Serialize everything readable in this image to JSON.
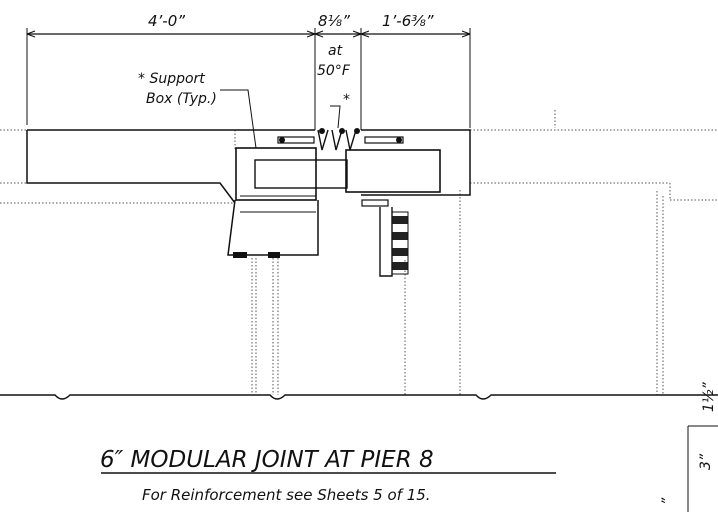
{
  "drawing": {
    "dimensions": {
      "left": "4’-0”",
      "middle": "8⅛”",
      "right": "1’-6⅜”",
      "at_temp_line1": "at",
      "at_temp_line2": "50°F"
    },
    "callouts": {
      "support_box_line1": "* Support",
      "support_box_line2": "Box (Typ.)",
      "asterisk": "*"
    },
    "title": "6″ MODULAR JOINT AT PIER 8",
    "subtitle": "For Reinforcement see Sheets 5 of 15.",
    "edge_notes": {
      "n1": "1½”",
      "n2": "3”",
      "n3": "”"
    }
  }
}
